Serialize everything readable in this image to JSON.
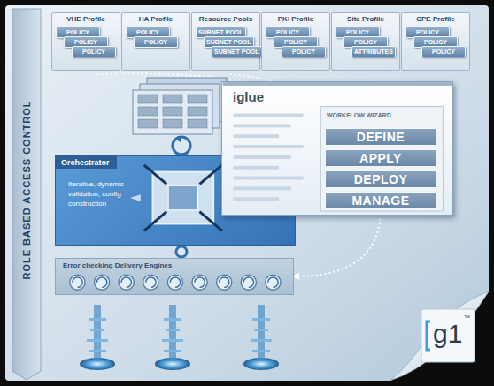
{
  "diagram": {
    "nodes": [
      {
        "text": [
          "VHE Profile"
        ]
      },
      {
        "text": [
          "POLICY"
        ],
        "in": 0
      },
      {
        "text": [
          "POLICY"
        ],
        "in": 0
      },
      {
        "text": [
          "POLICY"
        ],
        "in": 0
      },
      {
        "text": [
          "HA Profile"
        ]
      },
      {
        "text": [
          "POLICY"
        ],
        "in": 4
      },
      {
        "text": [
          "POLICY"
        ],
        "in": 4
      },
      {
        "text": [
          "Resource Pools"
        ]
      },
      {
        "text": [
          "SUBNET POOL"
        ],
        "in": 7
      },
      {
        "text": [
          "SUBNET POOL"
        ],
        "in": 7
      },
      {
        "text": [
          "SUBNET POOL"
        ],
        "in": 7
      },
      {
        "text": [
          "PKI Profile"
        ]
      },
      {
        "text": [
          "POLICY"
        ],
        "in": 11
      },
      {
        "text": [
          "POLICY"
        ],
        "in": 11
      },
      {
        "text": [
          "POLICY"
        ],
        "in": 11
      },
      {
        "text": [
          "Site Profile"
        ]
      },
      {
        "text": [
          "POLICY"
        ],
        "in": 15
      },
      {
        "text": [
          "POLICY"
        ],
        "in": 15
      },
      {
        "text": [
          "ATTRIBUTES"
        ],
        "in": 15
      },
      {
        "text": [
          "CPE Profile"
        ]
      },
      {
        "text": [
          "POLICY"
        ],
        "in": 19
      },
      {
        "text": [
          "POLICY"
        ],
        "in": 19
      },
      {
        "text": [
          "POLICY"
        ],
        "in": 19
      },
      {
        "text": [
          "Orchestrator",
          "Iterative, dynamic validation, config construction"
        ]
      },
      {
        "text": [
          "iglue",
          "WORKFLOW WIZARD"
        ]
      },
      {
        "text": [
          "DEFINE"
        ],
        "in": 24
      },
      {
        "text": [
          "APPLY"
        ],
        "in": 24
      },
      {
        "text": [
          "DEPLOY"
        ],
        "in": 24
      },
      {
        "text": [
          "MANAGE"
        ],
        "in": 24
      },
      {
        "text": [
          "Error checking Delivery Engines"
        ]
      }
    ],
    "edges": [
      {
        "from": 28,
        "to": 29,
        "arrow": "to"
      }
    ],
    "labels": [
      "ROLE BASED ACCESS CONTROL",
      "g1",
      "™"
    ]
  }
}
